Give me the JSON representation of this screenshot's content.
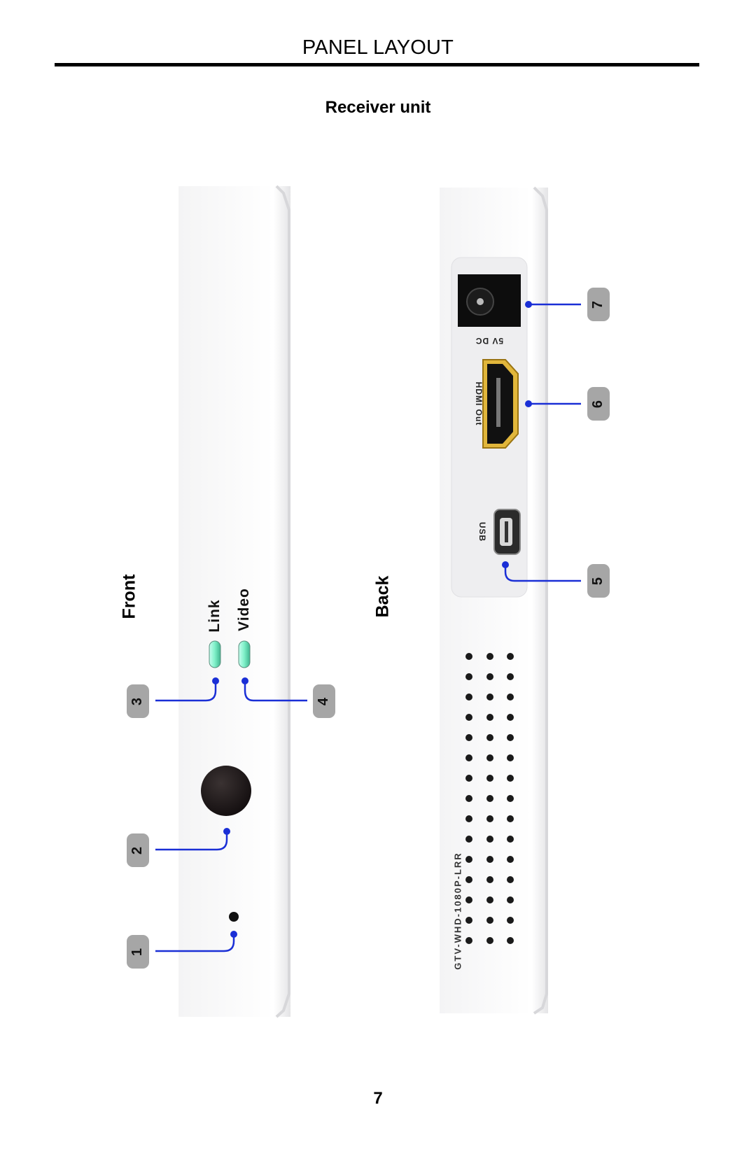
{
  "page": {
    "title": "PANEL LAYOUT",
    "subtitle": "Receiver unit",
    "page_number": "7"
  },
  "front": {
    "label": "Front",
    "led_link_label": "Link",
    "led_video_label": "Video"
  },
  "back": {
    "label": "Back",
    "power_label": "5V DC",
    "hdmi_label": "HDMI Out",
    "usb_label": "USB",
    "model_label": "GTV-WHD-1080P-LRR"
  },
  "callouts": {
    "c1": "1",
    "c2": "2",
    "c3": "3",
    "c4": "4",
    "c5": "5",
    "c6": "6",
    "c7": "7"
  },
  "colors": {
    "callout_bg": "#a6a6a6",
    "leader_line": "#1a2fd6",
    "led_green": "#7ef0c8",
    "hdmi_gold": "#d6a928"
  }
}
